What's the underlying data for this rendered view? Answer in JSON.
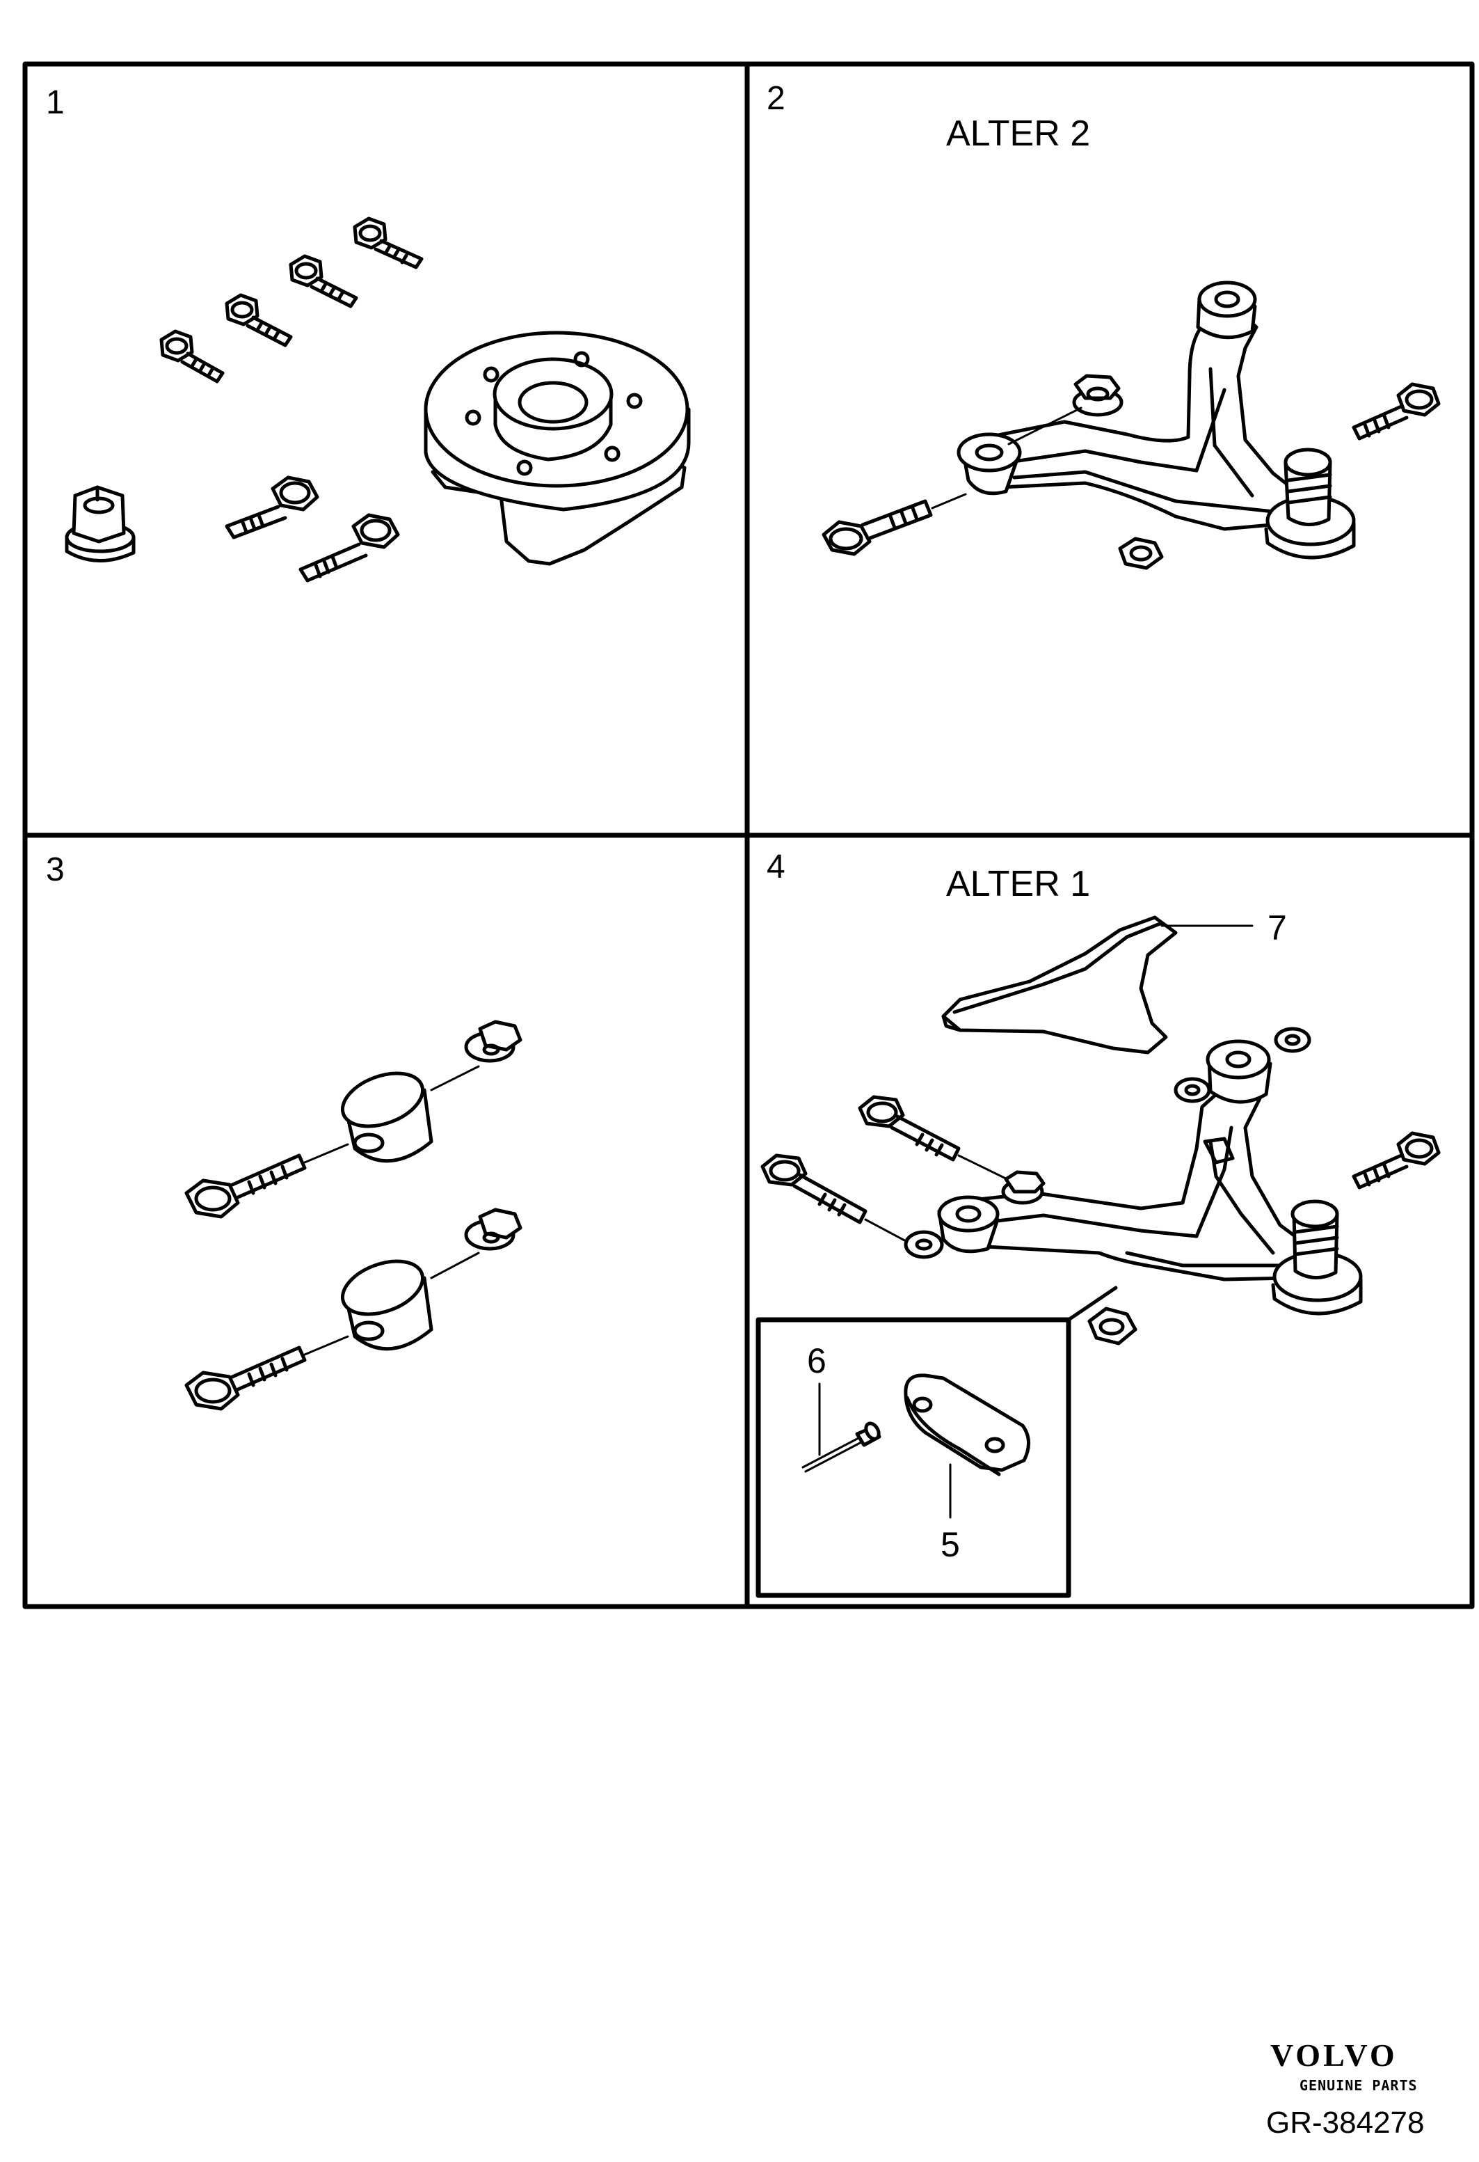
{
  "panels": [
    {
      "number": "1",
      "subtitle": ""
    },
    {
      "number": "2",
      "subtitle": "ALTER 2"
    },
    {
      "number": "3",
      "subtitle": ""
    },
    {
      "number": "4",
      "subtitle": "ALTER 1"
    }
  ],
  "callouts": {
    "c5": "5",
    "c6": "6",
    "c7": "7"
  },
  "brand": {
    "logo": "VOLVO",
    "tagline": "GENUINE PARTS"
  },
  "figure_id": "GR-384278",
  "colors": {
    "line": "#000000",
    "background": "#ffffff"
  }
}
